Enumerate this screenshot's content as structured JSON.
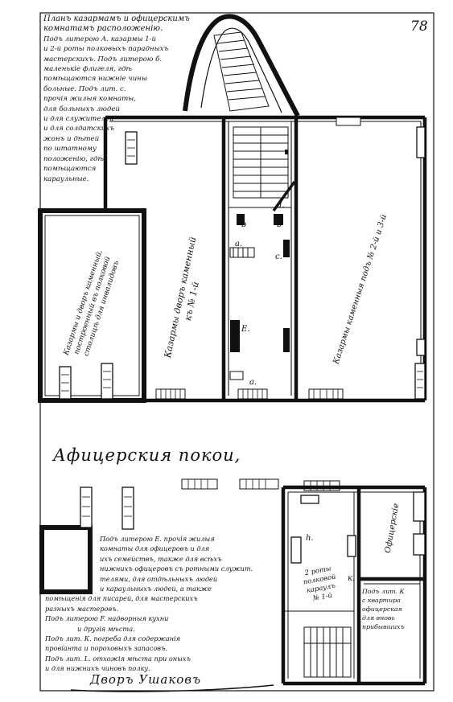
{
  "page_number": "78",
  "legend_top": [
    "Планъ казармамъ и офицерскимъ",
    "комнатамъ расположенію.",
    "Подъ литерою А. казармы 1-й",
    "и 2-й роты полковыхъ парадныхъ",
    "мастерскихъ. Подъ литерою б.",
    "маленькіе флигеля, гдѣ",
    "помѣщаются нижніе чины",
    "больные. Подъ лит. с.",
    "прочія жилыя комнаты,",
    "для больныхъ людей",
    "и для служителей",
    "и для солдатскихъ",
    "жонъ и дѣтей",
    "по штатному",
    "положенію, гдѣ",
    "помѣщаются",
    "караульные."
  ],
  "rooms": {
    "left_lower": "Казармы и дворъ каменный,\nпостроенный въ полковой\nстолицѣ для инвалидовъ",
    "center_left": "Казармы дворъ каменный\nкъ № 1-й",
    "right_large": "Казармы каменныя подъ № 2-й и 3-й",
    "guard": "2 роты\nполковой\nкараулъ\n№ 1-й",
    "office": "Офицерскіе",
    "side": "Подъ лит. К\nс квартира\nофицерская\nдля вновь\nприбывшихъ"
  },
  "letters": {
    "a1": "а.",
    "b1": "b",
    "b2": "b",
    "c1": "с.",
    "d1": "d.",
    "e1": "Е.",
    "a2": "а.",
    "h1": "h.",
    "k1": "к."
  },
  "section_title": "Афицерския покои,",
  "legend_bottom": [
    "Подъ литерою Е. прочія жилыя",
    "комнаты для офицеровъ и для",
    "ихъ семействъ, также для всѣхъ",
    "нижнихъ офицеровъ съ ротными служит.",
    "телями, для отдѣльныхъ людей",
    "и караульныхъ людей, а также",
    "помѣщенія для писарей, для мастерскихъ",
    "разныхъ мастеровъ.",
    "Подъ литерою F. надворныя кухни",
    "и другія мѣста.",
    "Подъ лит. К. погреба для содержанія",
    "провіанта и пороховыхъ запасовъ.",
    "Подъ лит. L. отхожія мѣста при оныхъ",
    "и для нижнихъ чиновъ полку."
  ],
  "signature": "Дворъ Ушаковъ"
}
